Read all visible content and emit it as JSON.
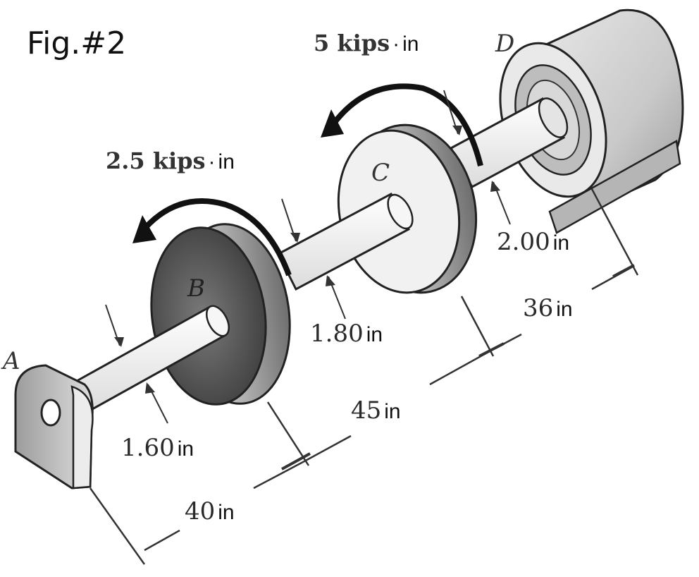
{
  "figure": {
    "title": "Fig.#2",
    "points": {
      "a": "A",
      "b": "B",
      "c": "C",
      "d": "D"
    },
    "torques": [
      {
        "value": "2.5 kips",
        "sep": "·",
        "unit": "in"
      },
      {
        "value": "5 kips",
        "sep": "·",
        "unit": "in"
      }
    ],
    "diameters": [
      {
        "value": "1.60",
        "unit": "in"
      },
      {
        "value": "1.80",
        "unit": "in"
      },
      {
        "value": "2.00",
        "unit": "in"
      }
    ],
    "lengths": [
      {
        "value": "40",
        "unit": "in"
      },
      {
        "value": "45",
        "unit": "in"
      },
      {
        "value": "36",
        "unit": "in"
      }
    ]
  }
}
